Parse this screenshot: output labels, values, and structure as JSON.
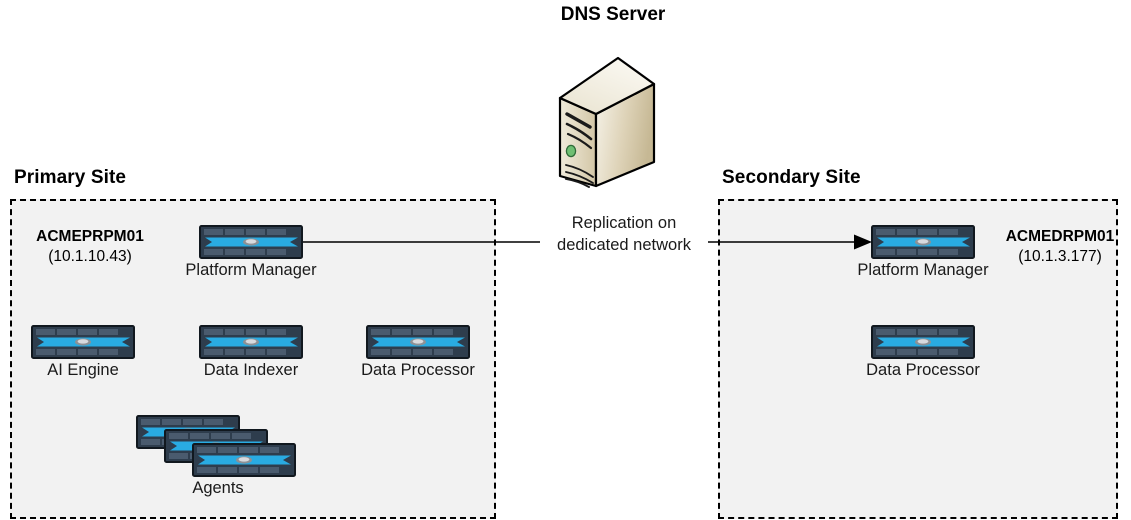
{
  "diagram": {
    "title_dns": "DNS Server",
    "dns_icon": "server-tower-icon",
    "device_icon": "network-appliance-icon"
  },
  "primary_site": {
    "title": "Primary Site",
    "host_name": "ACMEPRPM01",
    "host_ip": "(10.1.10.43)",
    "nodes": [
      {
        "label": "Platform Manager"
      },
      {
        "label": "AI Engine"
      },
      {
        "label": "Data Indexer"
      },
      {
        "label": "Data Processor"
      }
    ],
    "stack": {
      "label": "Agents",
      "count": 3
    }
  },
  "secondary_site": {
    "title": "Secondary Site",
    "host_name": "ACMEDRPM01",
    "host_ip": "(10.1.3.177)",
    "nodes": [
      {
        "label": "Platform Manager"
      },
      {
        "label": "Data Processor"
      }
    ]
  },
  "link": {
    "label_line1": "Replication on",
    "label_line2": "dedicated network",
    "direction": "primary-to-secondary"
  },
  "colors": {
    "site_fill": "#f2f2f2",
    "site_border": "#000000",
    "device_blue": "#29abe2",
    "device_frame": "#2e3d4d",
    "dns_body": "#cdc0a0",
    "dns_highlight": "#f2eede",
    "dns_led": "#6fbf73",
    "text": "#000000"
  }
}
